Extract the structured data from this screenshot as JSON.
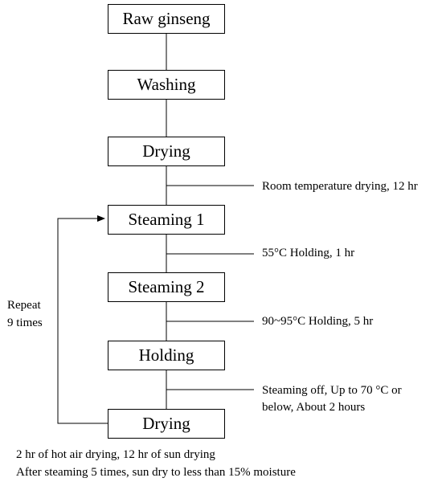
{
  "steps": [
    {
      "label": "Raw ginseng"
    },
    {
      "label": "Washing"
    },
    {
      "label": "Drying"
    },
    {
      "label": "Steaming 1"
    },
    {
      "label": "Steaming 2"
    },
    {
      "label": "Holding"
    },
    {
      "label": "Drying"
    }
  ],
  "notes": {
    "after_drying": "Room temperature drying, 12 hr",
    "after_steaming1": "55°C Holding,  1 hr",
    "after_steaming2": "90~95°C Holding,  5 hr",
    "after_holding_line1": "Steaming off, Up to 70 °C or",
    "after_holding_line2": "below, About 2 hours"
  },
  "loop": {
    "line1": "Repeat",
    "line2": "9 times"
  },
  "footer": {
    "line1": "2 hr of hot air drying,  12 hr of sun drying",
    "line2": "After steaming 5 times, sun dry to less than 15% moisture"
  }
}
